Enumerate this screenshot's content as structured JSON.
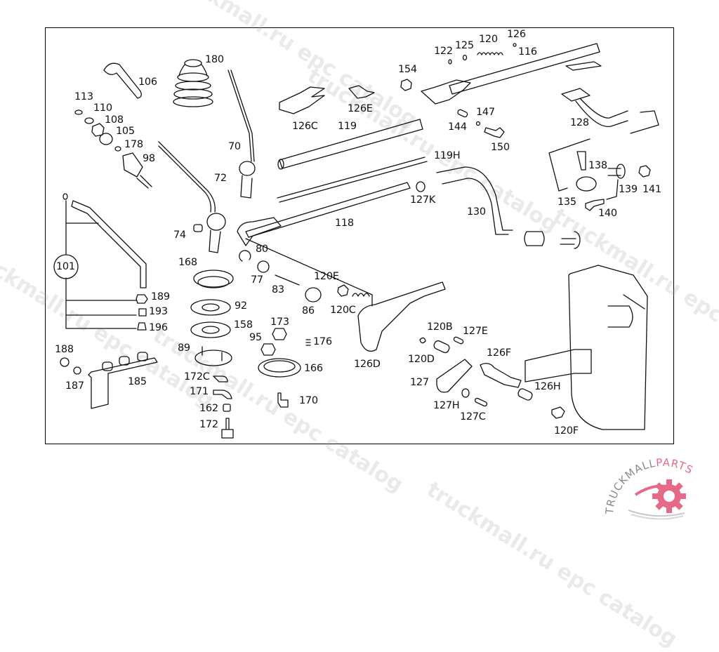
{
  "watermarks": [
    {
      "text": "truckmall.ru epc catalog"
    },
    {
      "text": "truckmall.ru epc catalog"
    },
    {
      "text": "truckmall.ru epc catalog"
    },
    {
      "text": "truckmall.ru epc catalog"
    },
    {
      "text": "truckmall.ru epc catalog"
    }
  ],
  "logo": {
    "text_primary": "TRUCKMALL",
    "text_secondary": "PARTS",
    "primary_color": "#8a8a8a",
    "accent_color": "#e66a87"
  },
  "group_label": "101",
  "labels": [
    "106",
    "180",
    "113",
    "110",
    "108",
    "105",
    "178",
    "98",
    "70",
    "72",
    "74",
    "80",
    "126C",
    "126E",
    "119",
    "119H",
    "154",
    "122",
    "125",
    "120",
    "126",
    "116",
    "144",
    "147",
    "150",
    "128",
    "138",
    "135",
    "139",
    "141",
    "140",
    "127K",
    "130",
    "118",
    "168",
    "77",
    "83",
    "120E",
    "86",
    "120C",
    "92",
    "158",
    "173",
    "95",
    "176",
    "89",
    "166",
    "172C",
    "171",
    "162",
    "172",
    "170",
    "188",
    "187",
    "185",
    "189",
    "193",
    "196",
    "126D",
    "120B",
    "127E",
    "120D",
    "126F",
    "127",
    "126H",
    "127H",
    "127C",
    "120F"
  ]
}
